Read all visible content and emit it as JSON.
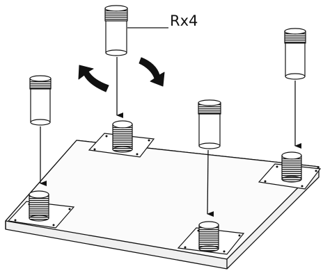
{
  "diagram": {
    "callout_label": "Rx4",
    "colors": {
      "line": "#111111",
      "fill": "#ffffff",
      "thread": "#222222",
      "base_top": "#fbfbfb",
      "base_side": "#f0f0f0"
    },
    "components": [
      {
        "name": "base-plate",
        "icon": "square-plate"
      },
      {
        "name": "mounting-pad",
        "count": 4
      },
      {
        "name": "threaded-stud",
        "count": 4
      },
      {
        "name": "spacer-tube",
        "count": 4
      },
      {
        "name": "rotation-arrow",
        "count": 2
      },
      {
        "name": "insertion-arrow",
        "count": 4
      }
    ]
  }
}
